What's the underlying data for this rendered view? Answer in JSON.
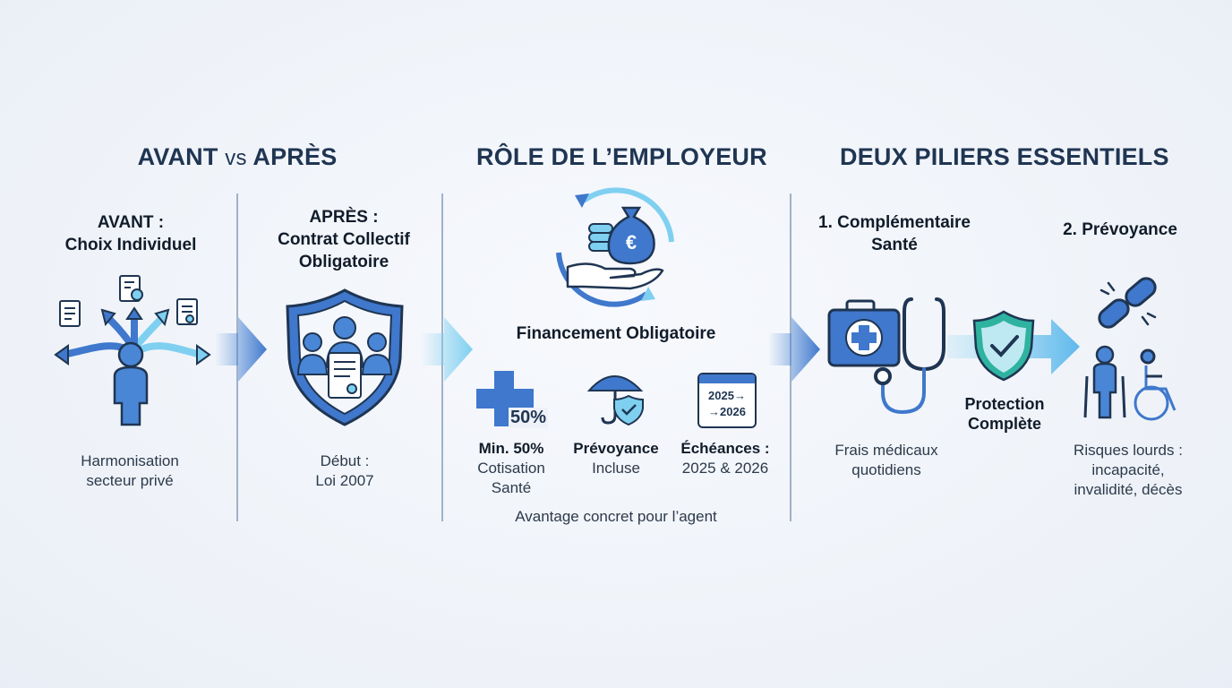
{
  "headings": {
    "avant_apres_a": "AVANT",
    "avant_apres_vs": "vs",
    "avant_apres_b": "APRÈS",
    "role": "RÔLE DE L’EMPLOYEUR",
    "piliers": "DEUX PILIERS ESSENTIELS"
  },
  "avant": {
    "title_line1": "AVANT :",
    "title_line2": "Choix Individuel",
    "caption_line1": "Harmonisation",
    "caption_line2": "secteur privé"
  },
  "apres": {
    "title_line1": "APRÈS :",
    "title_line2": "Contrat Collectif",
    "title_line3": "Obligatoire",
    "caption_line1": "Début :",
    "caption_line2": "Loi 2007"
  },
  "role": {
    "financement": "Financement Obligatoire",
    "percent_badge": "50%",
    "item1_bold": "Min. 50%",
    "item1_line2": "Cotisation",
    "item1_line3": "Santé",
    "item2_bold": "Prévoyance",
    "item2_line2": "Incluse",
    "item3_bold": "Échéances :",
    "item3_line2": "2025 & 2026",
    "calendar_line1": "2025→",
    "calendar_line2": "→2026",
    "footer": "Avantage concret pour l’agent"
  },
  "piliers": {
    "p1_line1": "1. Complémentaire",
    "p1_line2": "Santé",
    "p1_caption_line1": "Frais médicaux",
    "p1_caption_line2": "quotidiens",
    "protection_line1": "Protection",
    "protection_line2": "Complète",
    "p2_title": "2. Prévoyance",
    "p2_caption_line1": "Risques lourds :",
    "p2_caption_line2": "incapacité,",
    "p2_caption_line3": "invalidité, décès"
  },
  "colors": {
    "primary_blue": "#3f78cc",
    "dark_navy": "#1f3552",
    "light_blue": "#7fd0f0",
    "teal_check": "#2fb3a0"
  }
}
